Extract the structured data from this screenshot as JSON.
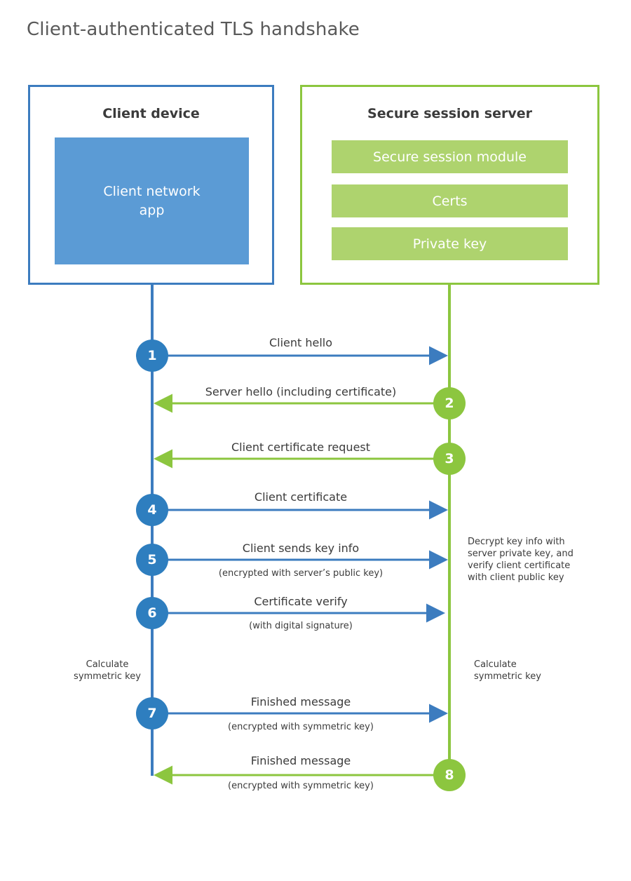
{
  "page": {
    "title": "Client-authenticated TLS handshake",
    "background": "#ffffff"
  },
  "colors": {
    "client_accent": "#3c7cbf",
    "client_fill": "#5b9bd5",
    "client_circle": "#2e7ebf",
    "server_accent": "#8cc63f",
    "server_fill": "#aed36e",
    "title_text": "#595959",
    "body_text": "#3b3b3b"
  },
  "client": {
    "title": "Client device",
    "app_label": "Client network\napp",
    "app_label_line1": "Client network",
    "app_label_line2": "app"
  },
  "server": {
    "title": "Secure session server",
    "components": [
      {
        "label": "Secure session module"
      },
      {
        "label": "Certs"
      },
      {
        "label": "Private key"
      }
    ]
  },
  "steps": [
    {
      "number": "1",
      "label": "Client hello",
      "sublabel": "",
      "direction": "client-to-server",
      "actor": "client"
    },
    {
      "number": "2",
      "label": "Server hello (including certificate)",
      "sublabel": "",
      "direction": "server-to-client",
      "actor": "server"
    },
    {
      "number": "3",
      "label": "Client certificate request",
      "sublabel": "",
      "direction": "server-to-client",
      "actor": "server"
    },
    {
      "number": "4",
      "label": "Client certificate",
      "sublabel": "",
      "direction": "client-to-server",
      "actor": "client"
    },
    {
      "number": "5",
      "label": "Client sends key info",
      "sublabel": "(encrypted with server’s public key)",
      "direction": "client-to-server",
      "actor": "client"
    },
    {
      "number": "6",
      "label": "Certificate verify",
      "sublabel": "(with digital signature)",
      "direction": "client-to-server",
      "actor": "client"
    },
    {
      "number": "7",
      "label": "Finished message",
      "sublabel": "(encrypted with symmetric key)",
      "direction": "client-to-server",
      "actor": "client"
    },
    {
      "number": "8",
      "label": "Finished message",
      "sublabel": "(encrypted with symmetric key)",
      "direction": "server-to-client",
      "actor": "server"
    }
  ],
  "notes": {
    "server_decrypt": {
      "lines": [
        "Decrypt key info with",
        "server private key, and",
        "verify client certificate",
        "with client public key"
      ]
    },
    "client_calc": {
      "lines": [
        "Calculate",
        "symmetric key"
      ]
    },
    "server_calc": {
      "lines": [
        "Calculate",
        "symmetric key"
      ]
    }
  }
}
